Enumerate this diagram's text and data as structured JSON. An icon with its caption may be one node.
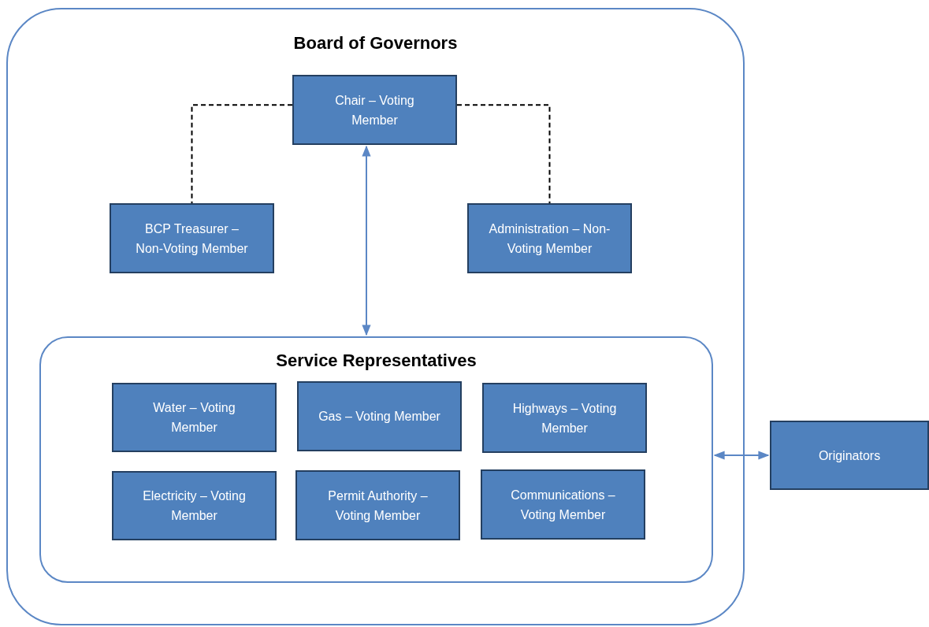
{
  "diagram": {
    "nodes": [
      {
        "text": [
          "Board of Governors"
        ]
      },
      {
        "text": [
          "Chair – Voting Member"
        ],
        "in": 0
      },
      {
        "text": [
          "BCP Treasurer – Non-Voting Member"
        ],
        "in": 0
      },
      {
        "text": [
          "Administration – Non-Voting Member"
        ],
        "in": 0
      },
      {
        "text": [
          "Service Representatives"
        ],
        "in": 0
      },
      {
        "text": [
          "Water – Voting Member"
        ],
        "in": 4
      },
      {
        "text": [
          "Gas – Voting Member"
        ],
        "in": 4
      },
      {
        "text": [
          "Highways – Voting Member"
        ],
        "in": 4
      },
      {
        "text": [
          "Electricity – Voting Member"
        ],
        "in": 4
      },
      {
        "text": [
          "Permit Authority – Voting Member"
        ],
        "in": 4
      },
      {
        "text": [
          "Communications – Voting Member"
        ],
        "in": 4
      },
      {
        "text": [
          "Originators"
        ]
      }
    ],
    "edges": [
      {
        "from": 1,
        "to": 2,
        "arrow": "none",
        "style": "dashed",
        "color": "#000000"
      },
      {
        "from": 1,
        "to": 3,
        "arrow": "none",
        "style": "dashed",
        "color": "#000000"
      },
      {
        "from": 1,
        "to": 4,
        "arrow": "both",
        "color": "#5b87c5"
      },
      {
        "from": 4,
        "to": 11,
        "arrow": "both",
        "color": "#5b87c5"
      }
    ]
  }
}
